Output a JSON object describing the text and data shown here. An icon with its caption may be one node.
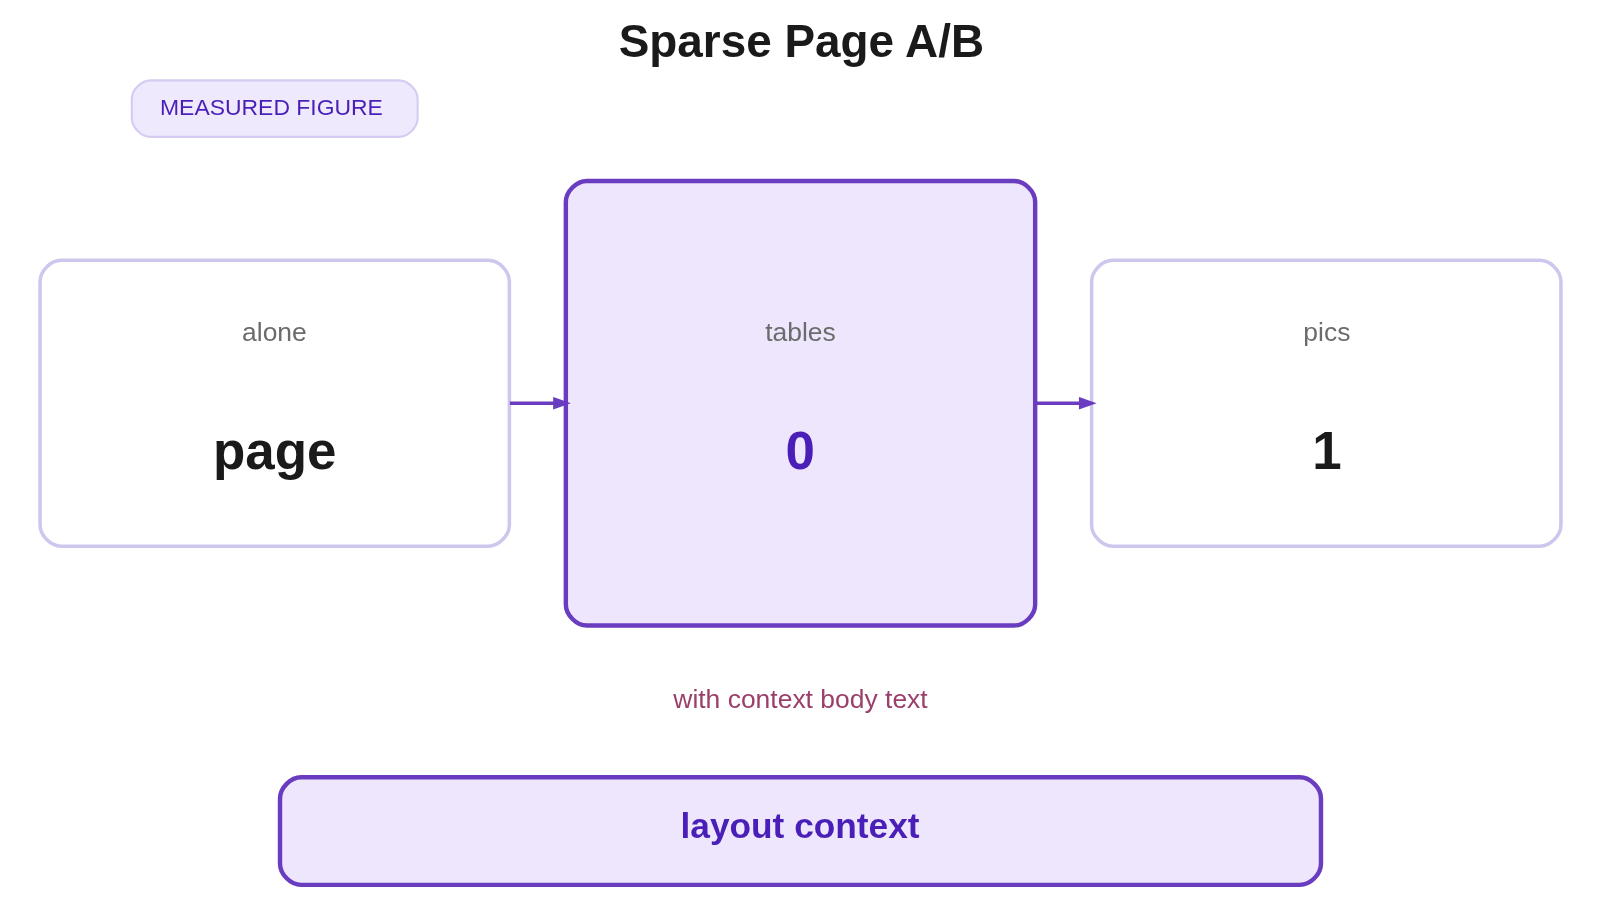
{
  "diagram": {
    "title": "Sparse Page A/B",
    "nodes": [
      {
        "text": [
          "MEASURED FIGURE"
        ]
      },
      {
        "text": [
          "alone",
          "page"
        ]
      },
      {
        "text": [
          "tables",
          "0"
        ],
        "beside": [
          "with context body text"
        ]
      },
      {
        "text": [
          "pics",
          "1"
        ]
      },
      {
        "text": [
          "layout context"
        ]
      }
    ],
    "edges": [
      {
        "from": 1,
        "to": 2,
        "arrow": "to"
      },
      {
        "from": 2,
        "to": 3,
        "arrow": "to"
      }
    ]
  }
}
